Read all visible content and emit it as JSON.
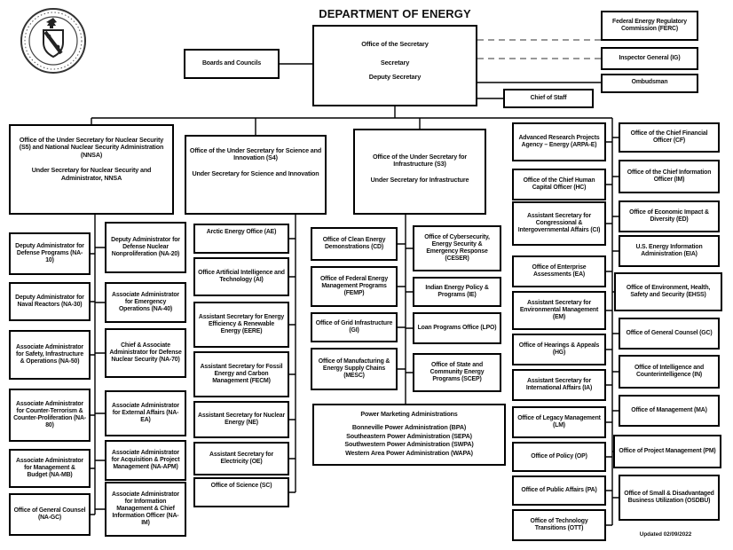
{
  "title": "DEPARTMENT OF ENERGY",
  "updated": "Updated 02/09/2022",
  "boards_label": "Boards and Councils",
  "secretary": {
    "title": "Office of the Secretary",
    "role1": "Secretary",
    "role2": "Deputy Secretary"
  },
  "advisors": {
    "ferc": "Federal Energy Regulatory Commission (FERC)",
    "ig": "Inspector General (IG)",
    "ombudsman": "Ombudsman",
    "chief_of_staff": "Chief of Staff"
  },
  "under_secretaries": {
    "nnsa_title": "Office of the Under Secretary for Nuclear Security (S5) and National Nuclear Security Administration (NNSA)",
    "nnsa_subtitle": "Under Secretary for Nuclear Security and Administrator, NNSA",
    "science_title": "Office of the Under Secretary for Science and Innovation (S4)",
    "science_subtitle": "Under Secretary for Science and Innovation",
    "infra_title": "Office of the Under Secretary for Infrastructure (S3)",
    "infra_subtitle": "Under Secretary for Infrastructure"
  },
  "nnsa_left": [
    "Deputy Administrator for Defense Programs (NA-10)",
    "Deputy Administrator for Naval Reactors (NA-30)",
    "Associate Administrator for Safety, Infrastructure & Operations (NA-50)",
    "Associate Administrator for Counter-Terrorism & Counter-Proliferation (NA-80)",
    "Associate Administrator for Management & Budget (NA-MB)",
    "Office of General Counsel (NA-GC)"
  ],
  "nnsa_right": [
    "Deputy Administrator for Defense Nuclear Nonproliferation (NA-20)",
    "Associate Administrator for Emergency Operations (NA-40)",
    "Chief & Associate Administrator for Defense Nuclear Security (NA-70)",
    "Associate Administrator for External Affairs (NA-EA)",
    "Associate Administrator for Acquisition & Project Management (NA-APM)",
    "Associate Administrator for Information Management & Chief Information Officer (NA-IM)"
  ],
  "science_offices": [
    "Arctic Energy Office (AE)",
    "Office Artificial Intelligence and Technology (AI)",
    "Assistant Secretary for Energy Efficiency & Renewable Energy (EERE)",
    "Assistant Secretary for Fossil Energy and Carbon Management (FECM)",
    "Assistant Secretary for Nuclear Energy (NE)",
    "Assistant Secretary for Electricity (OE)",
    "Office of Science (SC)"
  ],
  "infra_left": [
    "Office of Clean Energy Demonstrations (CD)",
    "Office of Federal Energy Management Programs (FEMP)",
    "Office of Grid Infrastructure (GI)",
    "Office of Manufacturing & Energy Supply Chains (MESC)"
  ],
  "infra_right": [
    "Office of Cybersecurity, Energy Security & Emergency Response (CESER)",
    "Indian Energy Policy & Programs (IE)",
    "Loan Programs Office (LPO)",
    "Office of State and Community Energy Programs (SCEP)"
  ],
  "pma": {
    "title": "Power Marketing Administrations",
    "item1": "Bonneville Power Administration (BPA)",
    "item2": "Southeastern Power Administration (SEPA)",
    "item3": "Southwestern Power Administration (SWPA)",
    "item4": "Western Area Power Administration (WAPA)"
  },
  "staff_left": [
    "Advanced Research Projects Agency – Energy (ARPA-E)",
    "Office of the Chief Human Capital Officer (HC)",
    "Assistant Secretary for Congressional & Intergovernmental Affairs (CI)",
    "Office of Enterprise Assessments (EA)",
    "Assistant Secretary for Environmental Management (EM)",
    "Office of Hearings & Appeals (HG)",
    "Assistant Secretary for International Affairs (IA)",
    "Office of Legacy Management (LM)",
    "Office of Policy (OP)",
    "Office of Public Affairs (PA)",
    "Office of Technology Transitions (OTT)"
  ],
  "staff_right": [
    "Office of the Chief Financial Officer (CF)",
    "Office of the Chief Information Officer (IM)",
    "Office of Economic Impact & Diversity (ED)",
    "U.S. Energy Information Administration (EIA)",
    "Office of Environment, Health, Safety and Security (EHSS)",
    "Office of General Counsel (GC)",
    "Office of Intelligence and Counterintelligence (IN)",
    "Office of Management (MA)",
    "Office of Project Management (PM)",
    "Office of Small & Disadvantaged Business Utilization (OSDBU)"
  ]
}
